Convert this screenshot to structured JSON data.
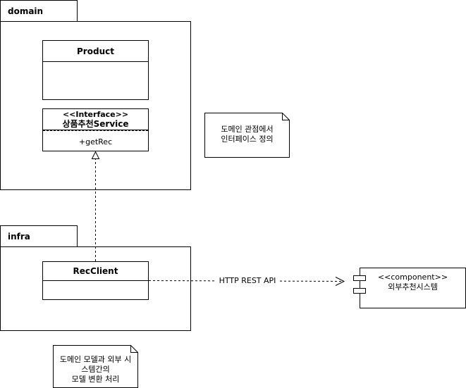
{
  "packages": {
    "domain": {
      "label": "domain"
    },
    "infra": {
      "label": "infra"
    }
  },
  "classes": {
    "product": {
      "name": "Product"
    },
    "service": {
      "stereotype": "<<Interface>>",
      "name": "상품추천Service",
      "method": "+getRec"
    },
    "recclient": {
      "name": "RecClient"
    }
  },
  "component": {
    "stereotype": "<<component>>",
    "name": "외부추천시스템"
  },
  "connector": {
    "label": "HTTP REST API"
  },
  "notes": {
    "interface_note": "도메인 관점에서\n인터페이스 정의",
    "conversion_note": "도메인 모델과 외부 시\n스템간의\n모델 변환 처리"
  },
  "colors": {
    "line": "#000000",
    "background": "#ffffff"
  }
}
